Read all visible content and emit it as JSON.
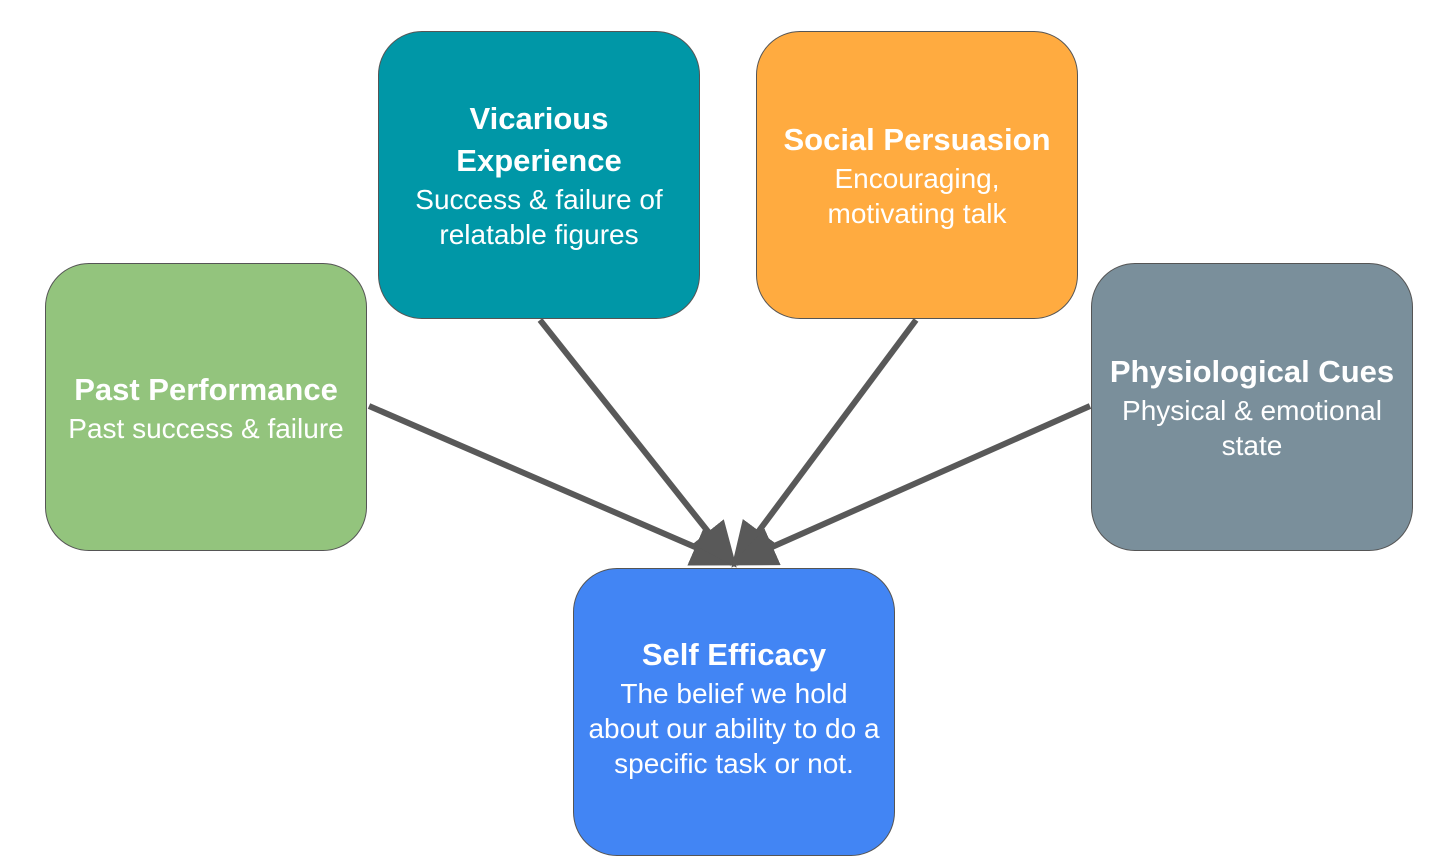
{
  "boxes": {
    "past": {
      "title": "Past Performance",
      "description": "Past success & failure",
      "color": "#93c47d"
    },
    "vicarious": {
      "title": "Vicarious Experience",
      "description": "Success & failure of relatable figures",
      "color": "#0097a7"
    },
    "social": {
      "title": "Social Persuasion",
      "description": "Encouraging, motivating talk",
      "color": "#ffab40"
    },
    "physio": {
      "title": "Physiological Cues",
      "description": "Physical & emotional state",
      "color": "#7a8f9b"
    },
    "self": {
      "title": "Self Efficacy",
      "description": "The belief we hold about our ability to do a specific task or not.",
      "color": "#4285f4"
    }
  },
  "arrow_color": "#595959"
}
